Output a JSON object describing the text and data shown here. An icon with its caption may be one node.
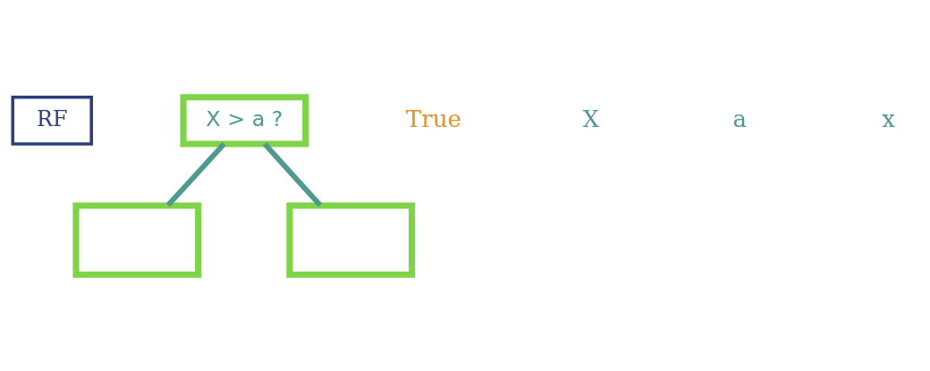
{
  "diagram": {
    "nodes": [
      {
        "text": [
          "RF"
        ]
      },
      {
        "text": [
          "X > a ?"
        ]
      },
      {
        "text": [],
        "shape": "box"
      },
      {
        "text": [],
        "shape": "box"
      }
    ],
    "edges": [
      {
        "from": 1,
        "to": 2,
        "arrow": "none"
      },
      {
        "from": 1,
        "to": 3,
        "arrow": "none"
      }
    ],
    "labels": [
      "True",
      "X",
      "a",
      "x"
    ]
  }
}
